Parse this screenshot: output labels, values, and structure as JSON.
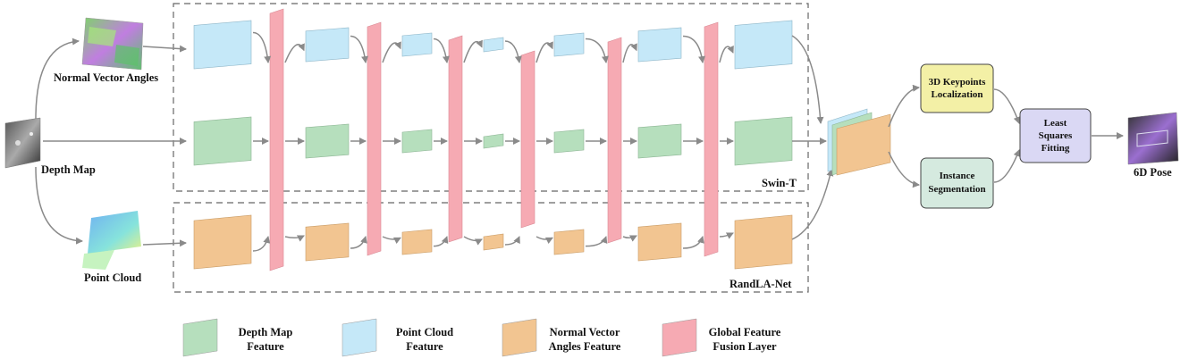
{
  "inputs": {
    "normal": "Normal Vector Angles",
    "depth": "Depth Map",
    "cloud": "Point Cloud"
  },
  "backbones": {
    "swin": "Swin-T",
    "randla": "RandLA-Net"
  },
  "heads": {
    "keypoints": [
      "3D Keypoints",
      "Localization"
    ],
    "instance": [
      "Instance",
      "Segmentation"
    ],
    "lsq": [
      "Least",
      "Squares",
      "Fitting"
    ]
  },
  "output": "6D Pose",
  "legend": [
    {
      "line1": "Depth Map",
      "line2": "Feature",
      "color": "#b6dfbd"
    },
    {
      "line1": "Point Cloud",
      "line2": "Feature",
      "color": "#c5e8f8"
    },
    {
      "line1": "Normal Vector",
      "line2": "Angles Feature",
      "color": "#f2c591"
    },
    {
      "line1": "Global Feature",
      "line2": "Fusion Layer",
      "color": "#f6aab3"
    }
  ],
  "colors": {
    "depth": "#b6dfbd",
    "cloud": "#c5e8f8",
    "normal": "#f2c591",
    "fusion": "#f6aab3",
    "keypoints": "#f3f0a6",
    "instance": "#d5eadf",
    "lsq": "#dad8f4",
    "arrow": "#8a8a8a"
  }
}
